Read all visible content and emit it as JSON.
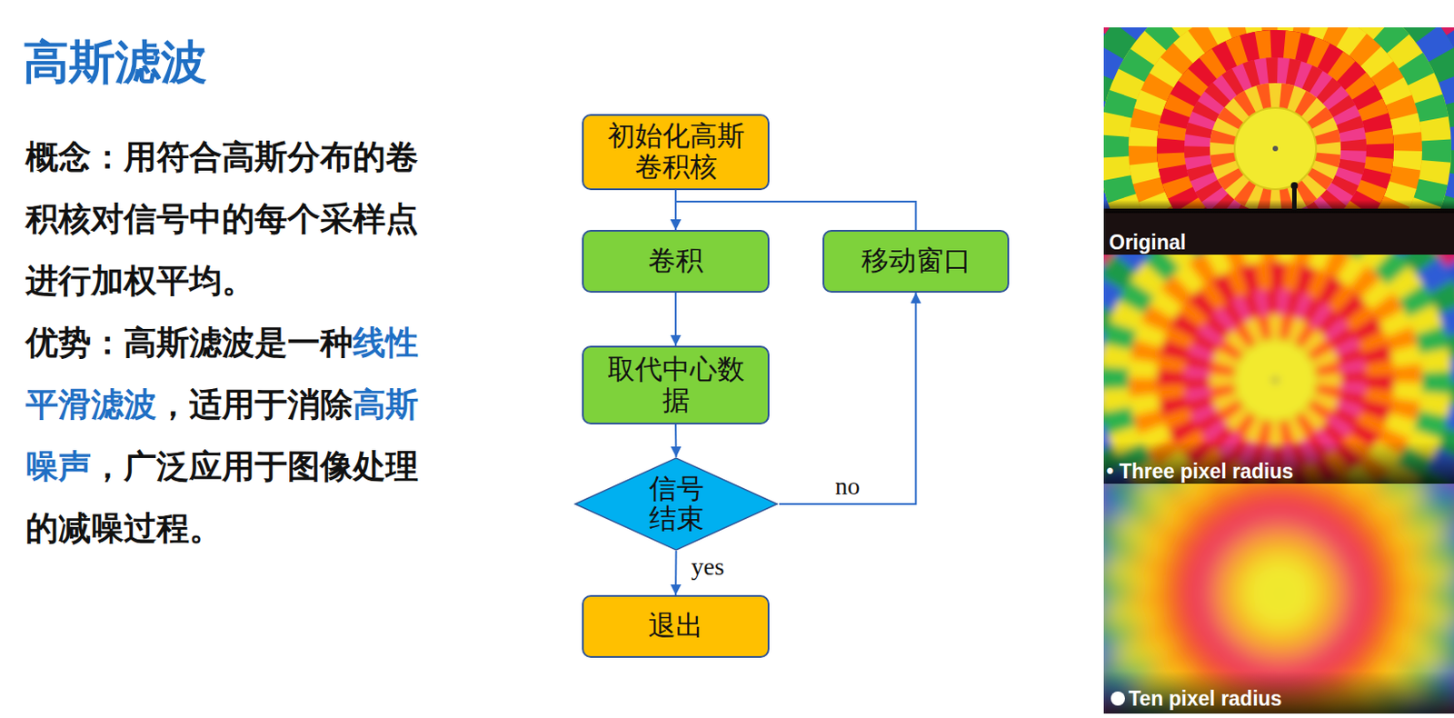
{
  "diagram": {
    "title": "高斯滤波",
    "nodes": [
      {
        "text": [
          "初始化高斯卷积核"
        ]
      },
      {
        "text": [
          "卷积"
        ]
      },
      {
        "text": [
          "移动窗口"
        ]
      },
      {
        "text": [
          "取代中心数据"
        ]
      },
      {
        "text": [
          "信号结束"
        ]
      },
      {
        "text": [
          "退出"
        ]
      }
    ],
    "edges": [
      {
        "from": 0,
        "to": 1,
        "arrow": "to"
      },
      {
        "from": 2,
        "to": 1,
        "arrow": "to"
      },
      {
        "from": 1,
        "to": 3,
        "arrow": "to"
      },
      {
        "from": 3,
        "to": 4,
        "arrow": "to"
      },
      {
        "from": 4,
        "to": 2,
        "label": "no",
        "arrow": "to"
      },
      {
        "from": 4,
        "to": 5,
        "label": "yes",
        "arrow": "to"
      }
    ],
    "labels": [
      "概念：用符合高斯分布的卷积核对信号中的每个采样点进行加权平均。",
      "优势：高斯滤波是一种",
      "线性平滑滤波",
      "，适用于消除",
      "高斯噪声",
      "，广泛应用于图像处理的减噪过程。",
      "Original",
      "• Three pixel radius",
      "Ten pixel radius"
    ]
  }
}
